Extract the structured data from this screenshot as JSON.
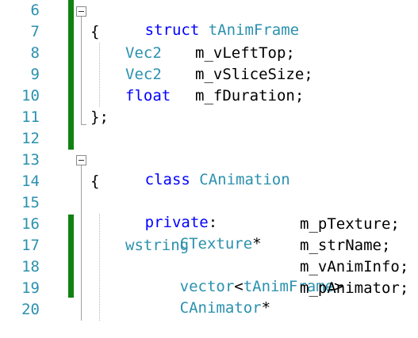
{
  "gutter": {
    "line_numbers": [
      "6",
      "7",
      "8",
      "9",
      "10",
      "11",
      "12",
      "13",
      "14",
      "15",
      "16",
      "17",
      "18",
      "19",
      "20"
    ]
  },
  "colors": {
    "keyword": "#0000ff",
    "type": "#2b91af",
    "line_number": "#2b91af",
    "change_bar": "#108010",
    "text": "#000000"
  },
  "code": {
    "l6": {
      "kw": "struct",
      "name": "tAnimFrame"
    },
    "l7": {
      "brace": "{"
    },
    "l8": {
      "type": "Vec2",
      "member": "m_vLeftTop;"
    },
    "l9": {
      "type": "Vec2",
      "member": "m_vSliceSize;"
    },
    "l10": {
      "type": "float",
      "member": "m_fDuration;"
    },
    "l11": {
      "brace": "};"
    },
    "l13": {
      "kw": "class",
      "name": "CAnimation"
    },
    "l14": {
      "brace": "{"
    },
    "l15": {
      "access": "private",
      "colon": ":"
    },
    "l16": {
      "type": "CTexture",
      "ptr": "*",
      "member": "m_pTexture;"
    },
    "l17": {
      "type": "wstring",
      "member": "m_strName;"
    },
    "l18": {
      "type": "vector",
      "open": "<",
      "arg": "tAnimFrame",
      "close": ">",
      "member": "m_vAnimInfo;"
    },
    "l19": {
      "type": "CAnimator",
      "ptr": "*",
      "member": "m_pAnimator;"
    }
  }
}
